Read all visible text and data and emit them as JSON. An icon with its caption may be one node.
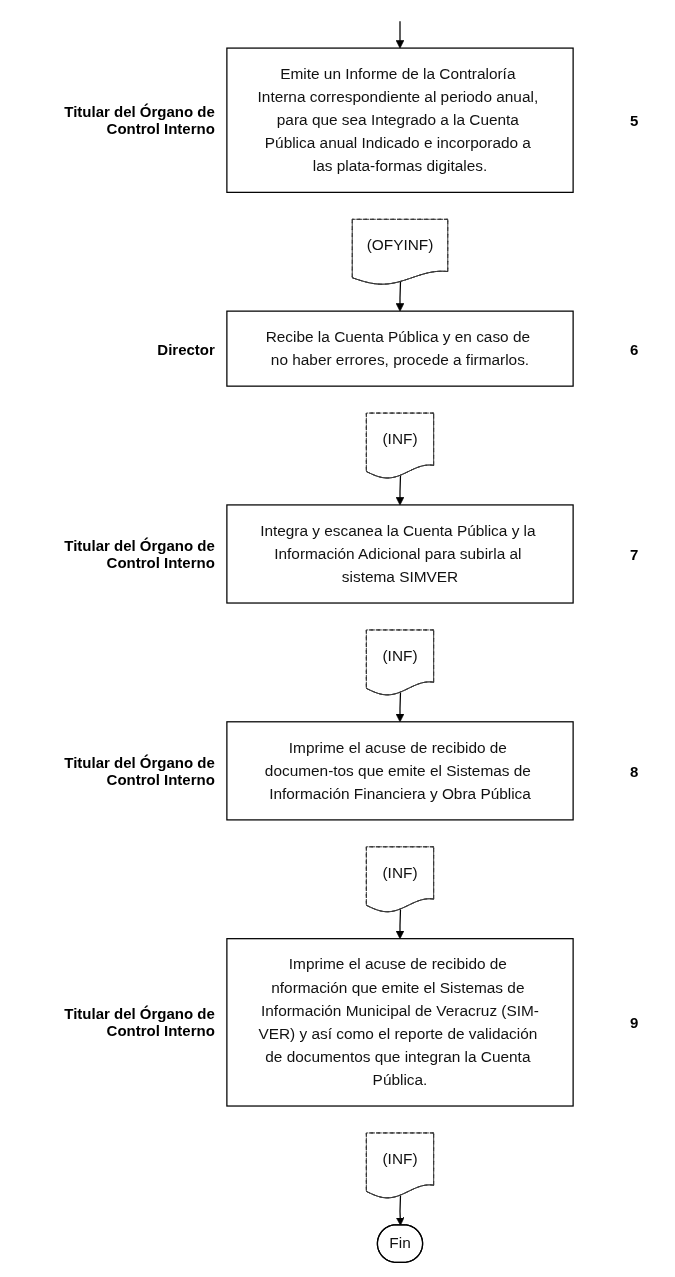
{
  "diagram": {
    "nodes": [
      {
        "text": [
          "Emite un Informe de la Contraloría Interna correspondiente al periodo anual, para que sea Integrado a la Cuenta Pública anual Indicado e incorporado a las plata-formas digitales."
        ],
        "beside": [
          "Titular del Órgano de Control Interno",
          "5"
        ]
      },
      {
        "text": [
          "(OFYINF)"
        ]
      },
      {
        "text": [
          "Recibe la Cuenta Pública y en caso de no haber errores, procede a firmarlos."
        ],
        "beside": [
          "Director",
          "6"
        ]
      },
      {
        "text": [
          "(INF)"
        ]
      },
      {
        "text": [
          "Integra y escanea la Cuenta Pública y la Información Adicional para subirla al sistema SIMVER"
        ],
        "beside": [
          "Titular del Órgano de Control Interno",
          "7"
        ]
      },
      {
        "text": [
          "(INF)"
        ]
      },
      {
        "text": [
          "Imprime el acuse de recibido de documen-tos que emite el Sistemas de Información Financiera y Obra Pública"
        ],
        "beside": [
          "Titular del Órgano de Control Interno",
          "8"
        ]
      },
      {
        "text": [
          "(INF)"
        ]
      },
      {
        "text": [
          "Imprime el acuse de recibido de nformación que emite el Sistemas de Información Municipal de Veracruz (SIM-VER) y así como el reporte de validación de documentos que integran la Cuenta Pública."
        ],
        "beside": [
          "Titular del Órgano de Control Interno",
          "9"
        ]
      },
      {
        "text": [
          "(INF)"
        ]
      },
      {
        "text": [
          "Fin"
        ]
      }
    ],
    "edges": [
      {
        "from": null,
        "to": 0,
        "arrow": "to"
      },
      {
        "from": 1,
        "to": 2,
        "arrow": "to"
      },
      {
        "from": 3,
        "to": 4,
        "arrow": "to"
      },
      {
        "from": 5,
        "to": 6,
        "arrow": "to"
      },
      {
        "from": 7,
        "to": 8,
        "arrow": "to"
      },
      {
        "from": 9,
        "to": 10,
        "arrow": "to"
      }
    ]
  }
}
